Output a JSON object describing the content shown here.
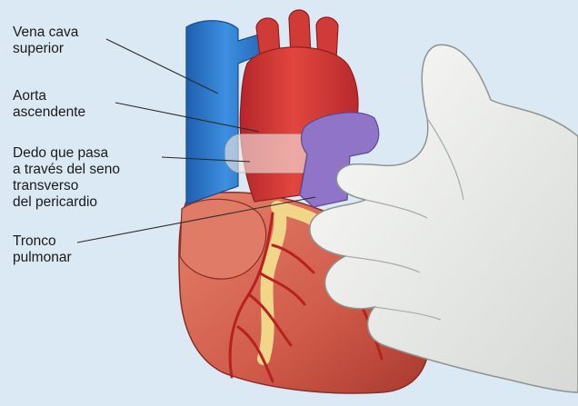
{
  "labels": {
    "vena_cava": [
      "Vena cava",
      "superior"
    ],
    "aorta": [
      "Aorta",
      "ascendente"
    ],
    "dedo": [
      "Dedo que pasa",
      "a través del seno",
      "transverso",
      "del pericardio"
    ],
    "tronco": [
      "Tronco",
      "pulmonar"
    ]
  },
  "colors": {
    "background": "#dbe9f4",
    "vena_cava": "#2f7fd0",
    "aorta": "#d83a35",
    "pulmonary_trunk": "#8a6fc4",
    "heart_muscle": "#d96a55",
    "coronary_fat": "#f1d68a",
    "glove": "#f2f3f1"
  }
}
